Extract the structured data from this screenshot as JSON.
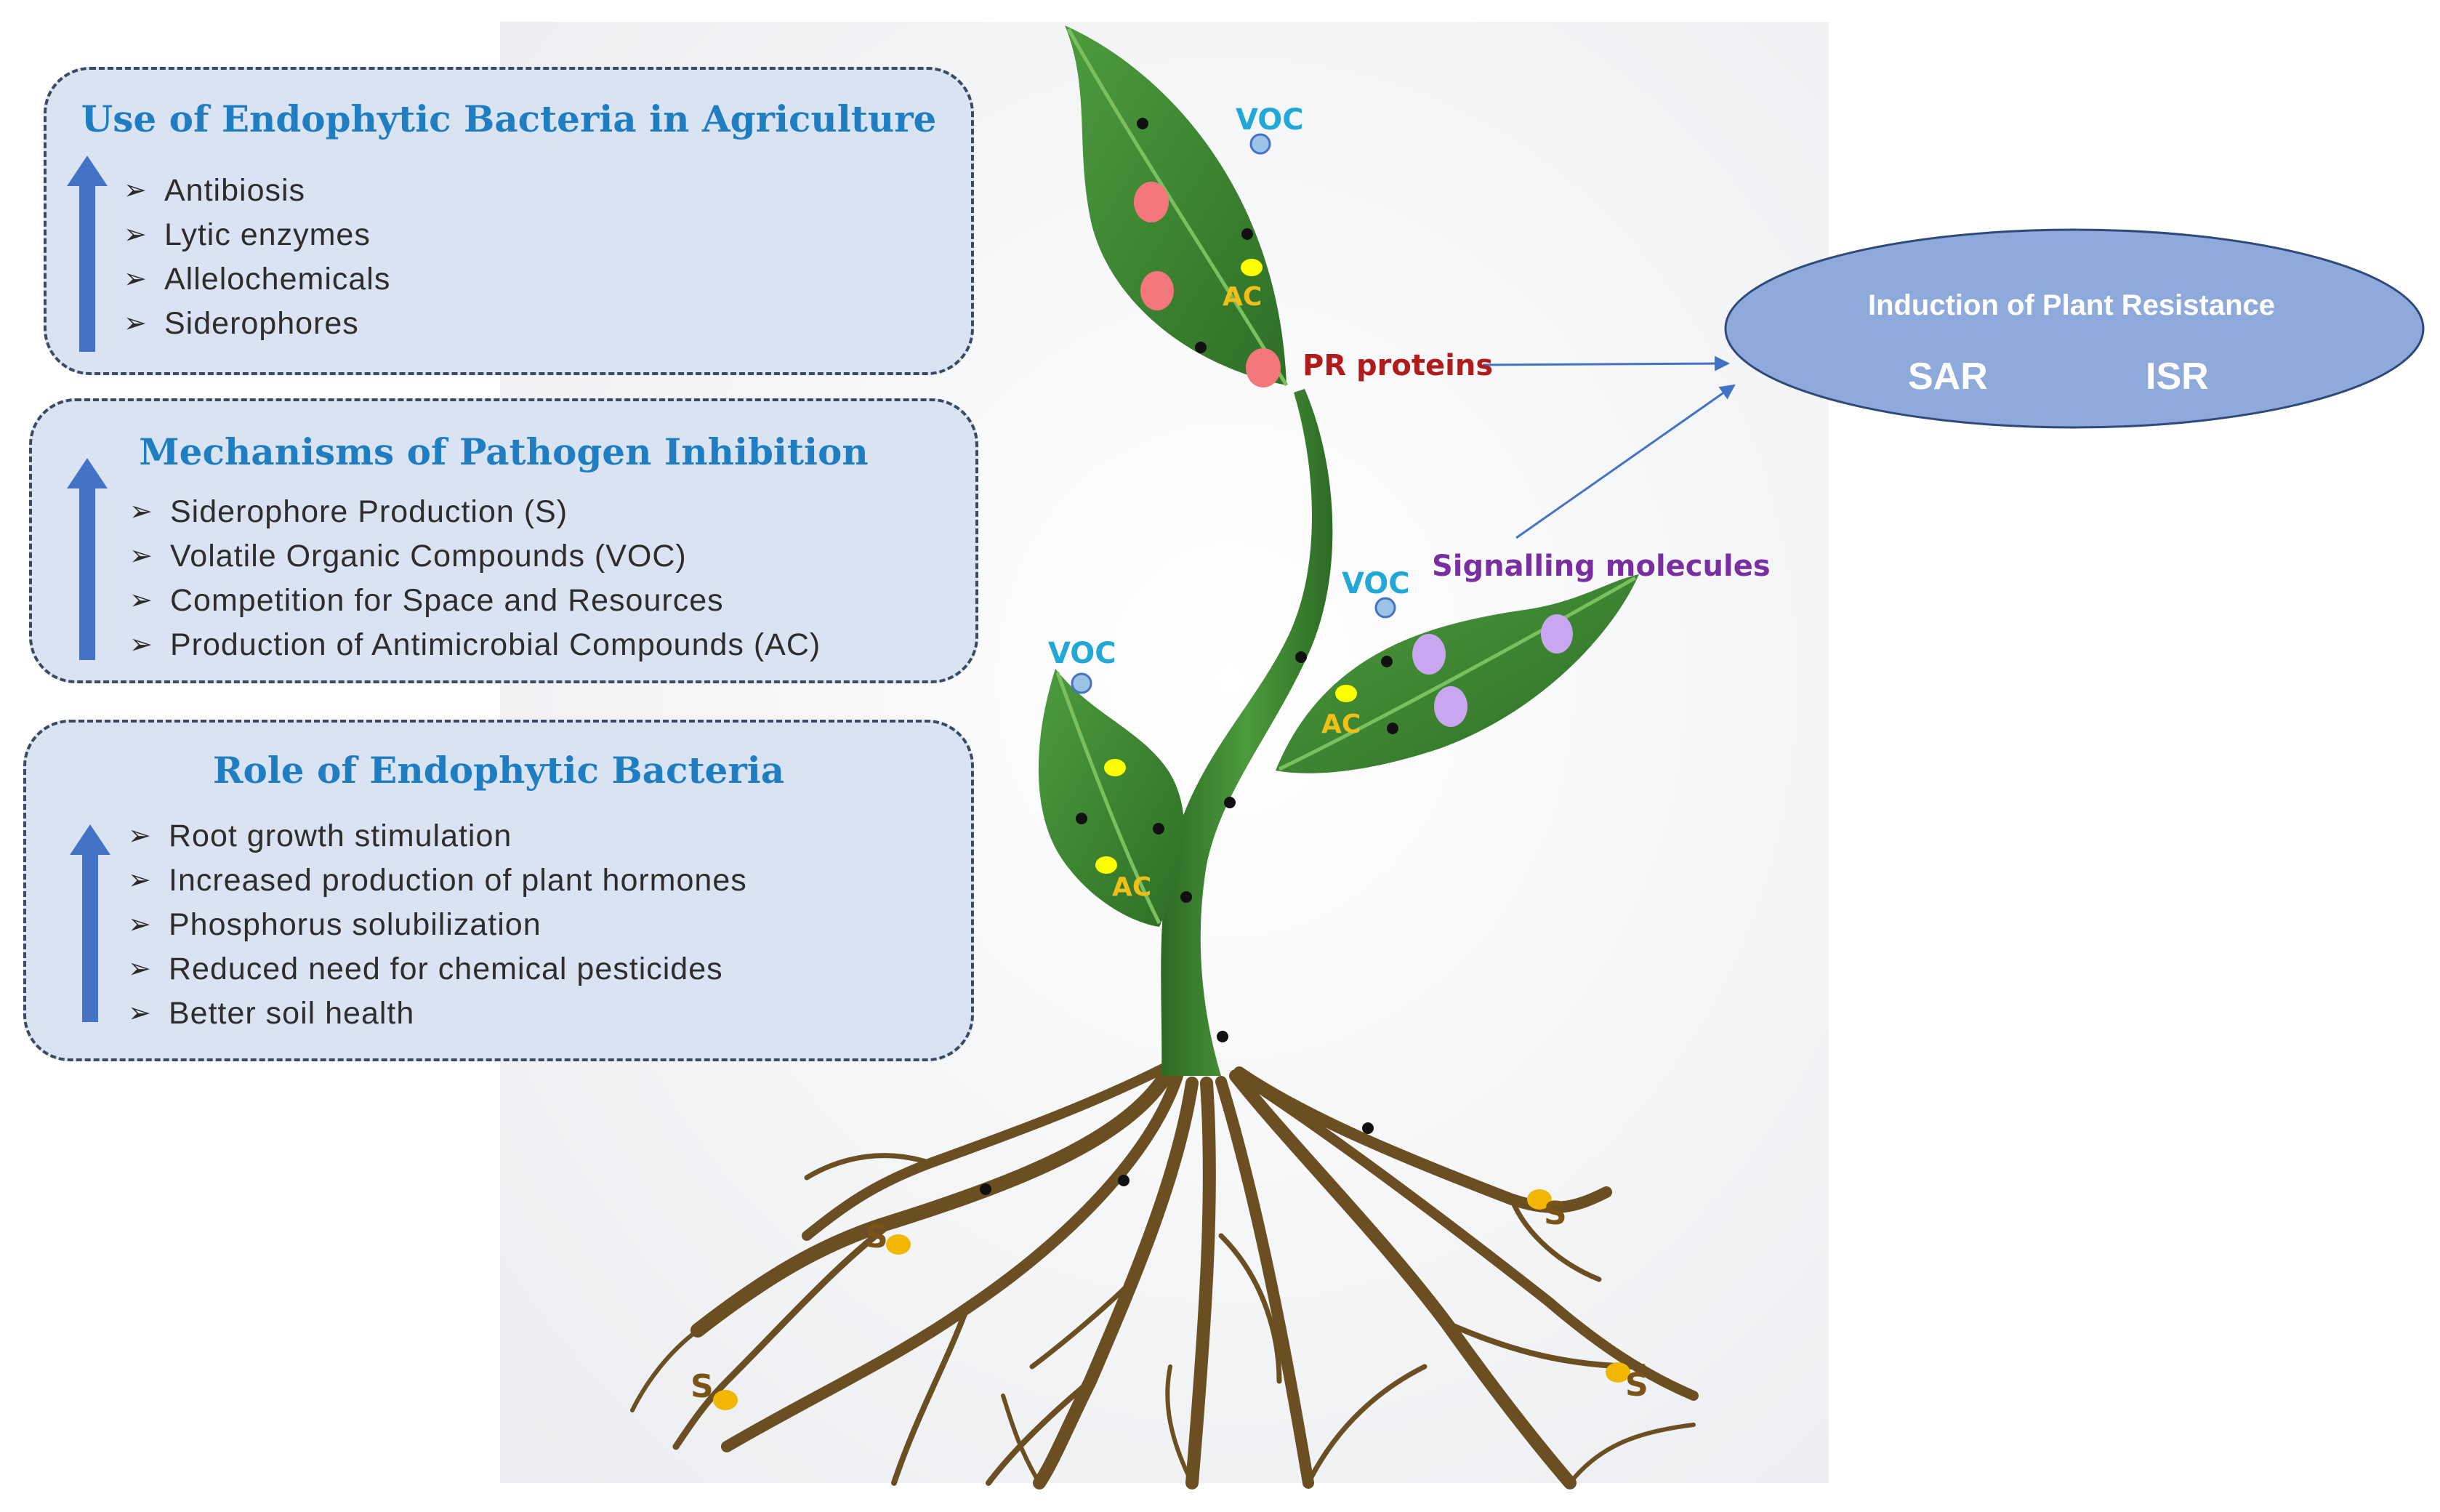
{
  "panels": {
    "use": {
      "title": "Use of Endophytic Bacteria in Agriculture",
      "items": [
        "Antibiosis",
        "Lytic enzymes",
        "Allelochemicals",
        "Siderophores"
      ]
    },
    "mechanisms": {
      "title": "Mechanisms of Pathogen Inhibition",
      "items": [
        "Siderophore Production (S)",
        "Volatile Organic Compounds (VOC)",
        "Competition for Space and Resources",
        "Production of Antimicrobial Compounds (AC)"
      ]
    },
    "role": {
      "title": "Role of Endophytic Bacteria",
      "items": [
        "Root growth stimulation",
        "Increased production of plant hormones",
        "Phosphorus solubilization",
        "Reduced need for chemical pesticides",
        "Better soil health"
      ]
    }
  },
  "bullet_glyph": "➢",
  "plant_labels": {
    "voc": "VOC",
    "ac": "AC",
    "pr_proteins": "PR proteins",
    "signalling": "Signalling molecules",
    "s": "S"
  },
  "resistance": {
    "title": "Induction of Plant Resistance",
    "sar": "SAR",
    "isr": "ISR"
  },
  "colors": {
    "panel_fill": "#dae3f2",
    "panel_title": "#1f7ec2",
    "arrow_blue": "#4472c4",
    "ellipse_fill": "#8eaadb",
    "leaf_green": "#3a8a32",
    "root_brown": "#6b4e22",
    "voc_dot": "#9dc3e6",
    "ac_dot": "#ffff00",
    "pr_dot": "#f4777b",
    "sig_dot": "#c9a6f0",
    "s_dot": "#f2b705"
  }
}
